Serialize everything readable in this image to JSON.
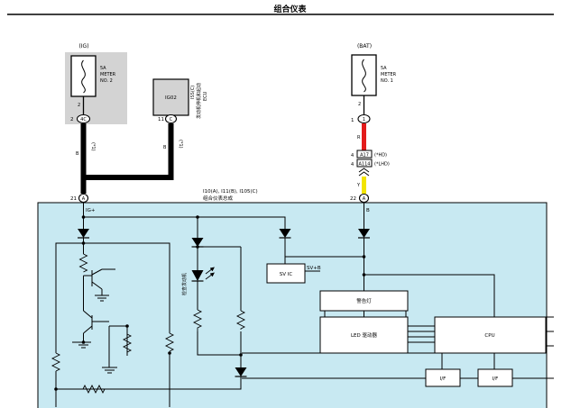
{
  "page": {
    "title": "组合仪表"
  },
  "colors": {
    "board_fill": "#c8e9f2",
    "fuse_ig_fill": "#d3d3d3",
    "wire_main": "#000000",
    "wire_red": "#e31b1b",
    "wire_yellow": "#f2e400"
  },
  "fuses": {
    "ig": {
      "source": "(IG)",
      "name_lines": [
        "5A",
        "METER",
        "NO. 2"
      ],
      "pin_top": "2",
      "pin_connector": "2",
      "connector": "4C"
    },
    "bat": {
      "source": "(BAT)",
      "name_lines": [
        "5A",
        "METER",
        "NO. 1"
      ],
      "pin_top": "2",
      "pin_connector": "1",
      "connector": "1"
    }
  },
  "ecu": {
    "code": "IG02",
    "name_lines": [
      "ISS(C)",
      "发动机停机和起动",
      "ECU"
    ],
    "pin": "11",
    "connector": "C"
  },
  "wires": {
    "b1": "B",
    "b2": "B",
    "w1": "(*1)",
    "w2": "(*1)",
    "r": "R",
    "y": "Y"
  },
  "connectors": {
    "a17": {
      "label": "A17",
      "tag": "(*HD)",
      "pin": "4"
    },
    "a114": {
      "label": "A114",
      "tag": "(*LHD)",
      "pin": "4"
    }
  },
  "meter": {
    "connectors": "I10(A), I11(B), I105(C)",
    "name": "组合仪表总成",
    "pin_ig": {
      "num": "21",
      "conn": "A",
      "label": "IG+"
    },
    "pin_b": {
      "num": "22",
      "conn": "A",
      "label": "B"
    },
    "sv_ic": "SV IC",
    "sv_label": "SV+B",
    "warning_light": "警告灯",
    "led_driver": "LED 驱动器",
    "cpu": "CPU",
    "if1": "I/F",
    "if2": "I/F",
    "detect_led": "检查发动机"
  }
}
